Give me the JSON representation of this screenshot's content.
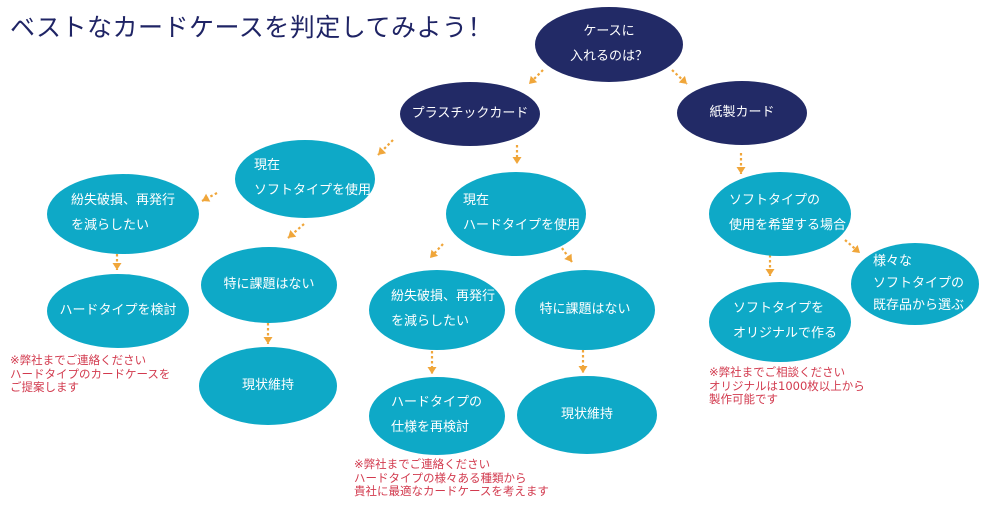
{
  "title": "ベストなカードケースを判定してみよう！",
  "colors": {
    "dark": "#222a66",
    "cyan": "#0ea9c7",
    "arrow": "#f0a63a",
    "note": "#d23a4e"
  },
  "nodes": {
    "root": [
      "ケースに",
      "入れるのは？"
    ],
    "plastic": [
      "プラスチックカード"
    ],
    "paper": [
      "紙製カード"
    ],
    "soft_current": [
      "現在",
      "ソフトタイプを使用"
    ],
    "hard_current": [
      "現在",
      "ハードタイプを使用"
    ],
    "loss_left": [
      "紛失破損、再発行",
      "を減らしたい"
    ],
    "no_issue_left": [
      "特に課題はない"
    ],
    "consider_hard": [
      "ハードタイプを検討"
    ],
    "keep_left": [
      "現状維持"
    ],
    "loss_mid": [
      "紛失破損、再発行",
      "を減らしたい"
    ],
    "no_issue_mid": [
      "特に課題はない"
    ],
    "reconsider_hard": [
      "ハードタイプの",
      "仕様を再検討"
    ],
    "keep_mid": [
      "現状維持"
    ],
    "want_soft": [
      "ソフトタイプの",
      "使用を希望する場合"
    ],
    "original_soft": [
      "ソフトタイプを",
      "オリジナルで作る"
    ],
    "stock_soft": [
      "様々な",
      "ソフトタイプの",
      "既存品から選ぶ"
    ]
  },
  "notes": {
    "left": [
      "※弊社までご連絡ください",
      "ハードタイプのカードケースを",
      "ご提案します"
    ],
    "mid": [
      "※弊社までご連絡ください",
      "ハードタイプの様々ある種類から",
      "貴社に最適なカードケースを考えます"
    ],
    "right": [
      "※弊社までご相談ください",
      "オリジナルは1000枚以上から",
      "製作可能です"
    ]
  }
}
